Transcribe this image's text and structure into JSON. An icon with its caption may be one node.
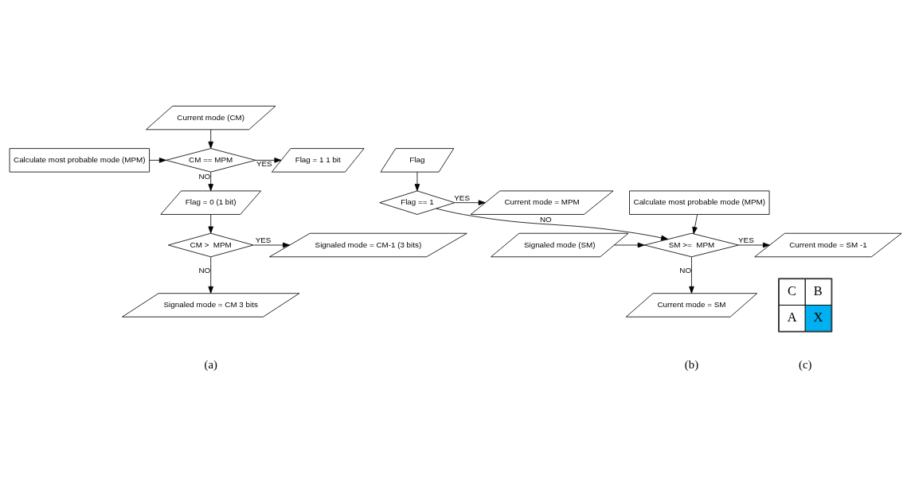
{
  "diagram": {
    "nodes": [
      {
        "text": [
          "Current mode (CM)"
        ]
      },
      {
        "text": [
          "Calculate most probable mode (MPM)"
        ]
      },
      {
        "text": [
          "CM == MPM"
        ]
      },
      {
        "text": [
          "Flag = 1 1 bit"
        ]
      },
      {
        "text": [
          "Flag = 0 (1 bit)"
        ]
      },
      {
        "text": [
          "CM >  MPM"
        ]
      },
      {
        "text": [
          "Signaled mode = CM-1 (3 bits)"
        ]
      },
      {
        "text": [
          "Signaled mode = CM 3 bits"
        ]
      },
      {
        "text": [
          "Flag"
        ]
      },
      {
        "text": [
          "Current mode = MPM"
        ]
      },
      {
        "text": [
          "Flag == 1"
        ]
      },
      {
        "text": [
          "Calculate most probable mode (MPM)"
        ]
      },
      {
        "text": [
          "Current mode = SM -1"
        ]
      },
      {
        "text": [
          "SM >=  MPM"
        ]
      },
      {
        "text": [
          "Signaled mode (SM)"
        ]
      },
      {
        "text": [
          "Current mode = SM"
        ]
      }
    ],
    "edges": [
      {
        "from": 0,
        "to": 2,
        "arrow": "to"
      },
      {
        "from": 1,
        "to": 2,
        "arrow": "to"
      },
      {
        "from": 2,
        "to": 3,
        "arrow": "to",
        "label": "YES"
      },
      {
        "from": 2,
        "to": 4,
        "arrow": "to",
        "label": "NO"
      },
      {
        "from": 4,
        "to": 5,
        "arrow": "to"
      },
      {
        "from": 5,
        "to": 6,
        "arrow": "to",
        "label": "YES"
      },
      {
        "from": 5,
        "to": 7,
        "arrow": "to",
        "label": "NO"
      },
      {
        "from": 8,
        "to": 10,
        "arrow": "to"
      },
      {
        "from": 10,
        "to": 9,
        "arrow": "to",
        "label": "YES"
      },
      {
        "from": 10,
        "to": 13,
        "arrow": "to",
        "label": "NO"
      },
      {
        "from": 11,
        "to": 13,
        "arrow": "to"
      },
      {
        "from": 14,
        "to": 13,
        "arrow": "to"
      },
      {
        "from": 13,
        "to": 12,
        "arrow": "to",
        "label": "YES"
      },
      {
        "from": 13,
        "to": 15,
        "arrow": "to",
        "label": "NO"
      }
    ],
    "labels": [
      "C",
      "B",
      "A",
      "X",
      "(a)",
      "(b)",
      "(c)"
    ]
  }
}
